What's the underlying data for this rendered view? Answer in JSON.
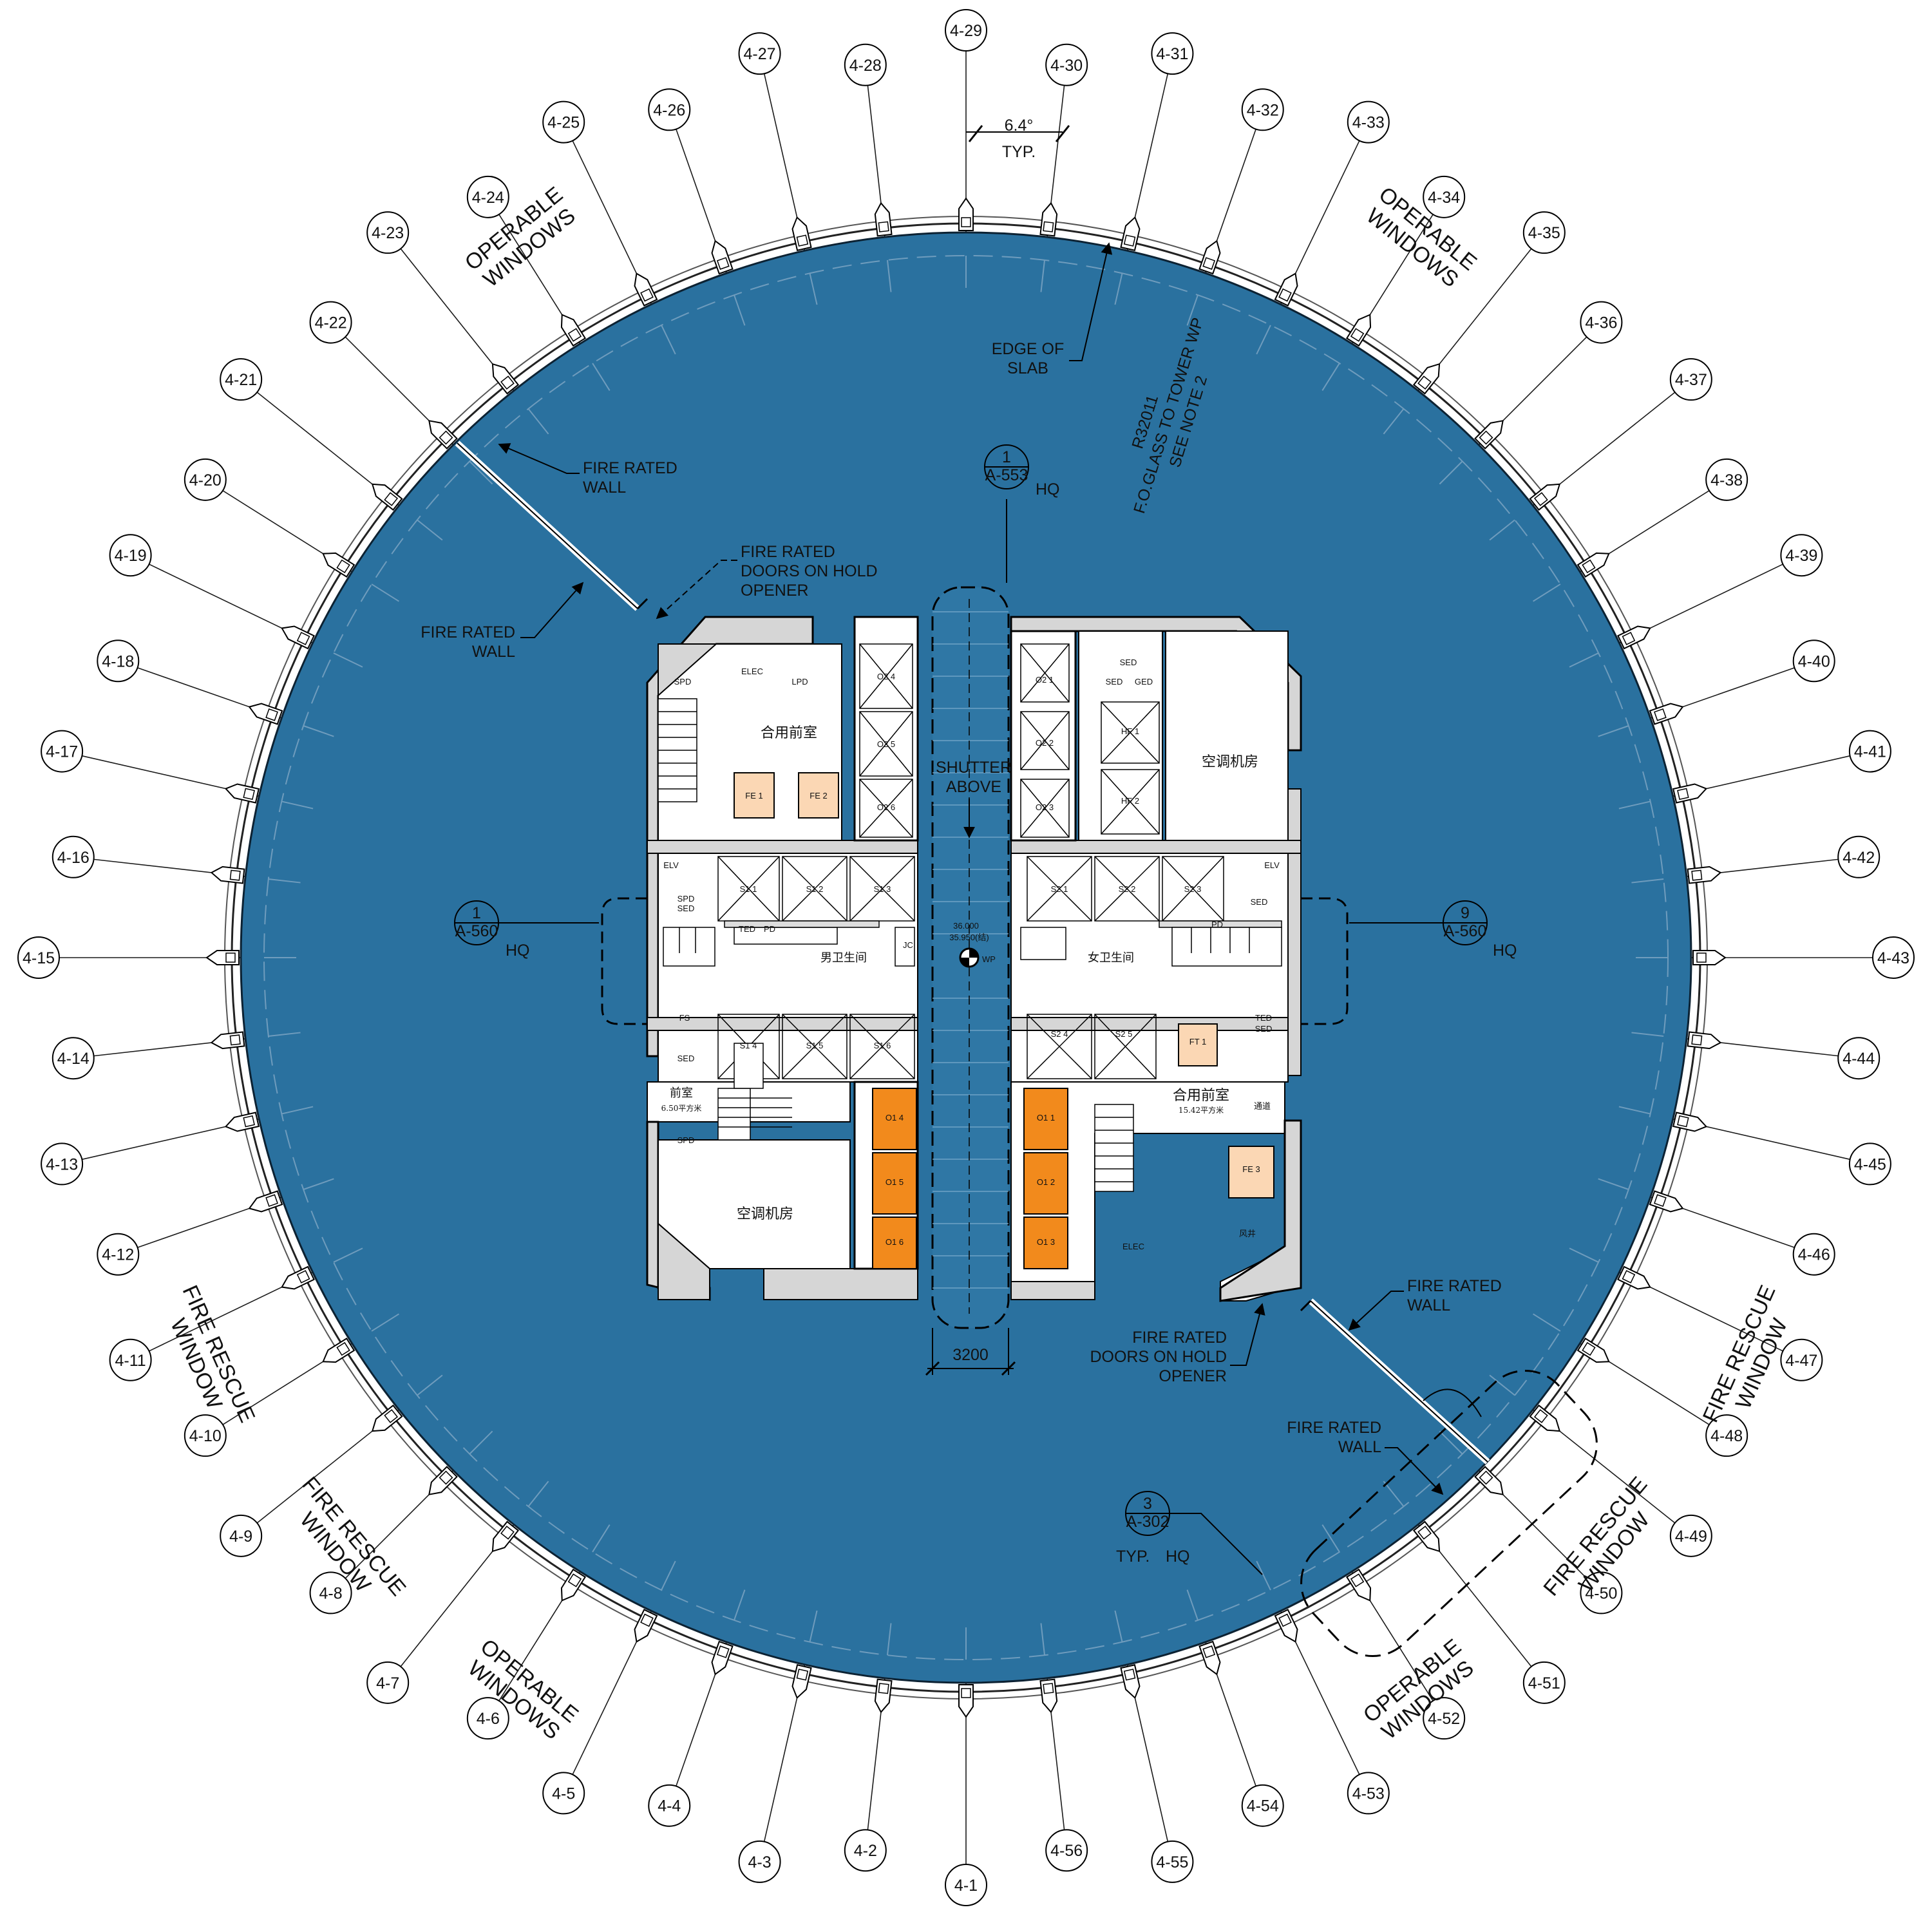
{
  "gridlines": [
    "4-1",
    "4-2",
    "4-3",
    "4-4",
    "4-5",
    "4-6",
    "4-7",
    "4-8",
    "4-9",
    "4-10",
    "4-11",
    "4-12",
    "4-13",
    "4-14",
    "4-15",
    "4-16",
    "4-17",
    "4-18",
    "4-19",
    "4-20",
    "4-21",
    "4-22",
    "4-23",
    "4-24",
    "4-25",
    "4-26",
    "4-27",
    "4-28",
    "4-29",
    "4-30",
    "4-31",
    "4-32",
    "4-33",
    "4-34",
    "4-35",
    "4-36",
    "4-37",
    "4-38",
    "4-39",
    "4-40",
    "4-41",
    "4-42",
    "4-43",
    "4-44",
    "4-45",
    "4-46",
    "4-47",
    "4-48",
    "4-49",
    "4-50",
    "4-51",
    "4-52",
    "4-53",
    "4-54",
    "4-55",
    "4-56"
  ],
  "angle_note": {
    "line1": "6.4°",
    "line2": "TYP."
  },
  "notes": {
    "edge_slab": [
      "EDGE OF",
      "SLAB"
    ],
    "fo_glass": [
      "R32011",
      "F.O.GLASS TO TOWER WP",
      "SEE NOTE 2"
    ],
    "fire_wall_nw_a": [
      "FIRE RATED",
      "WALL"
    ],
    "fire_wall_nw_b": [
      "FIRE RATED",
      "WALL"
    ],
    "fire_doors_nw": [
      "FIRE RATED",
      "DOORS ON HOLD",
      "OPENER"
    ],
    "fire_wall_se_a": [
      "FIRE RATED",
      "WALL"
    ],
    "fire_doors_se": [
      "FIRE RATED",
      "DOORS ON HOLD",
      "OPENER"
    ],
    "fire_wall_se_b": [
      "FIRE RATED",
      "WALL"
    ],
    "shutter": [
      "SHUTTER",
      "ABOVE"
    ],
    "dim_3200": "3200",
    "wp_elev": [
      "36.000",
      "35.950(结)"
    ],
    "wp": "WP",
    "operable_nw": [
      "OPERABLE",
      "WINDOWS"
    ],
    "operable_ne": [
      "OPERABLE",
      "WINDOWS"
    ],
    "operable_sw": [
      "OPERABLE",
      "WINDOWS"
    ],
    "operable_se": [
      "OPERABLE",
      "WINDOWS"
    ],
    "rescue_w": [
      "FIRE RESCUE",
      "WINDOW"
    ],
    "rescue_sw": [
      "FIRE RESCUE",
      "WINDOW"
    ],
    "rescue_e": [
      "FIRE RESCUE",
      "WINDOW"
    ],
    "rescue_se": [
      "FIRE RESCUE",
      "WINDOW"
    ]
  },
  "section_marks": {
    "north": {
      "num": "1",
      "sheet": "A-553",
      "tag": "HQ"
    },
    "west": {
      "num": "1",
      "sheet": "A-560",
      "tag": "HQ"
    },
    "east": {
      "num": "9",
      "sheet": "A-560",
      "tag": "HQ"
    },
    "detail": {
      "num": "3",
      "sheet": "A-302",
      "tag1": "TYP.",
      "tag2": "HQ"
    }
  },
  "rooms": {
    "spd1": "SPD",
    "elec1": "ELEC",
    "lpd": "LPD",
    "lobby_nw": "合用前室",
    "fe1": "FE 1",
    "fe2": "FE 2",
    "o24": "O2 4",
    "o25": "O2 5",
    "o26": "O2 6",
    "o21": "O2 1",
    "o22": "O2 2",
    "o23": "O2 3",
    "sed_ne1": "SED",
    "sed_ne2": "SED",
    "ged": "GED",
    "hf1": "HF 1",
    "hf2": "HF 2",
    "ac_ne": "空调机房",
    "elv_w": "ELV",
    "elv_e": "ELV",
    "s11": "S1 1",
    "s12": "S1 2",
    "s13": "S1 3",
    "s21": "S2 1",
    "s22": "S2 2",
    "s23": "S2 3",
    "spd_sed": [
      "SPD",
      "SED"
    ],
    "sed_e": "SED",
    "ted": "TED",
    "pd_w": "PD",
    "pd_e": "PD",
    "mens": "男卫生间",
    "womens": "女卫生间",
    "jc": "JC",
    "fs": "FS",
    "sed_w2": "SED",
    "s14": "S1 4",
    "s15": "S1 5",
    "s16": "S1 6",
    "s24": "S2 4",
    "s25": "S2 5",
    "ft1": "FT 1",
    "ted_sed": [
      "TED",
      "SED"
    ],
    "qianshi": "前室",
    "qianshi_area": "6.50平方米",
    "lobby_se": "合用前室",
    "lobby_se_area": "15.42平方米",
    "tongdao": "通道",
    "spd_sw": "SPD",
    "ac_sw": "空调机房",
    "o14": "O1 4",
    "o15": "O1 5",
    "o16": "O1 6",
    "o11": "O1 1",
    "o12": "O1 2",
    "o13": "O1 3",
    "fe3": "FE 3",
    "elec_se": "ELEC",
    "fengjing": "风井"
  },
  "colors": {
    "slab": "#2a719f",
    "core_wall": "#d6d6d6",
    "elevator_orange": "#f28a1c",
    "fe_peach": "#fbd7b4"
  }
}
